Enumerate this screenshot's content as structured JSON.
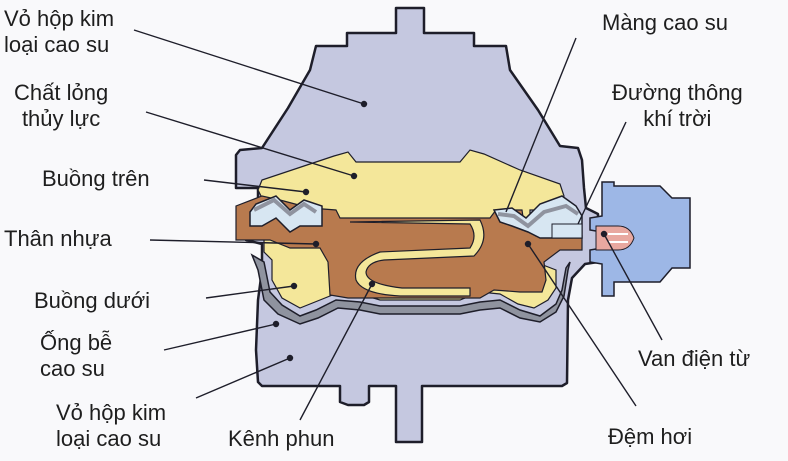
{
  "diagram": {
    "colors": {
      "housing": "#c5c8e0",
      "fluid": "#f4e79a",
      "plastic_body": "#b87a4e",
      "rubber": "#8f939f",
      "valve": "#9db7e6",
      "valve_tip": "#e8a8a0",
      "air_gap": "#d7e6f2",
      "outline": "#1e1e2a",
      "background": "#f9f9fb"
    },
    "labels": {
      "top_housing": [
        "Vỏ hộp kim",
        "loại cao su"
      ],
      "hydraulic_fluid": [
        "Chất lỏng",
        "thủy lực"
      ],
      "upper_chamber": "Buồng trên",
      "plastic_body": "Thân nhựa",
      "lower_chamber": "Buồng dưới",
      "rubber_bellows": [
        "Ống bễ",
        "cao su"
      ],
      "bottom_housing": [
        "Vỏ hộp kim",
        "loại cao su"
      ],
      "injection_channel": "Kênh phun",
      "rubber_membrane": "Màng cao su",
      "air_vent": [
        "Đường thông",
        "khí trời"
      ],
      "solenoid_valve": "Van điện từ",
      "air_cushion": "Đệm hơi"
    }
  }
}
